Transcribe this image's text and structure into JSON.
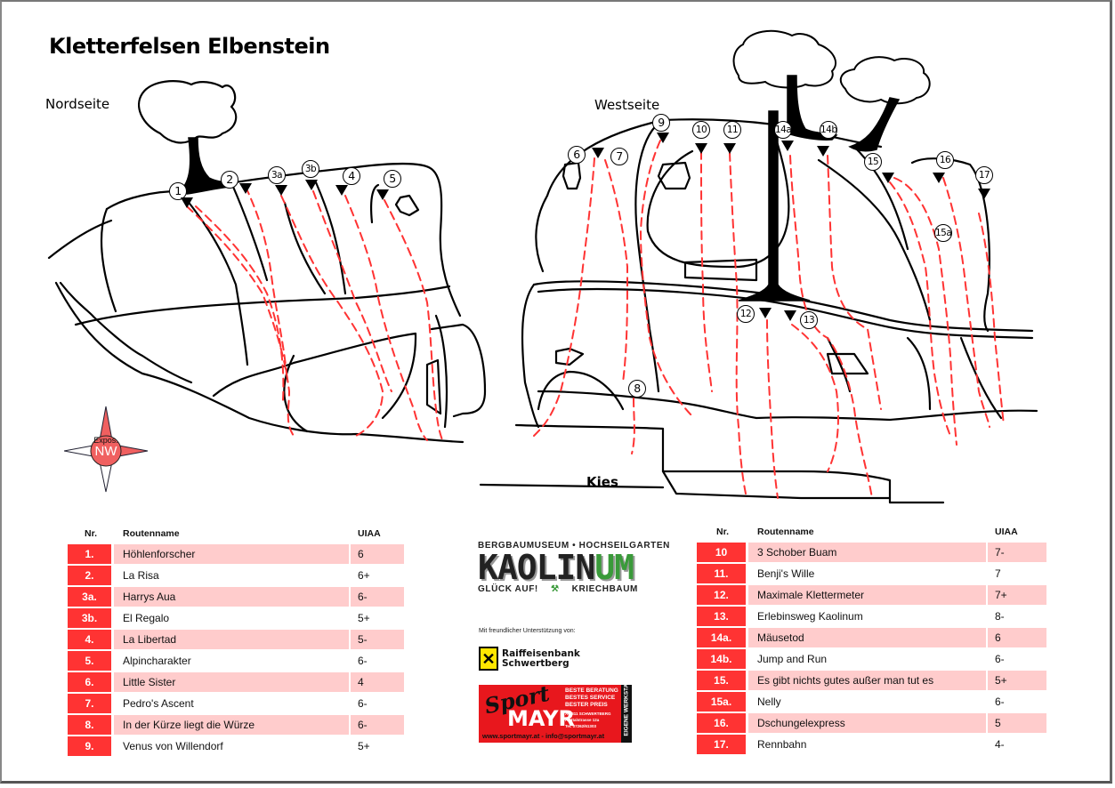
{
  "title": "Kletterfelsen Elbenstein",
  "sides": {
    "north": "Nordseite",
    "west": "Westseite",
    "ground": "Kies"
  },
  "compass": {
    "label_top": "Expos.",
    "label_main": "NW",
    "color": "#f06060"
  },
  "route_markers": [
    "1",
    "2",
    "3a",
    "3b",
    "4",
    "5",
    "6",
    "7",
    "8",
    "9",
    "10",
    "11",
    "12",
    "13",
    "14a",
    "14b",
    "15",
    "15a",
    "16",
    "17"
  ],
  "colors": {
    "accent_red": "#ff3333",
    "row_pink": "#ffcccc",
    "route_dash": "#ff3333",
    "kaolinum_green": "#3a9a3a"
  },
  "table_left": {
    "headers": {
      "nr": "Nr.",
      "name": "Routenname",
      "grade": "UIAA"
    },
    "rows": [
      {
        "nr": "1.",
        "name": "Höhlenforscher",
        "grade": "6"
      },
      {
        "nr": "2.",
        "name": "La Risa",
        "grade": "6+"
      },
      {
        "nr": "3a.",
        "name": "Harrys Aua",
        "grade": "6-"
      },
      {
        "nr": "3b.",
        "name": "El Regalo",
        "grade": "5+"
      },
      {
        "nr": "4.",
        "name": "La Libertad",
        "grade": "5-"
      },
      {
        "nr": "5.",
        "name": "Alpincharakter",
        "grade": "6-"
      },
      {
        "nr": "6.",
        "name": "Little Sister",
        "grade": "4"
      },
      {
        "nr": "7.",
        "name": "Pedro's Ascent",
        "grade": "6-"
      },
      {
        "nr": "8.",
        "name": "In der Kürze liegt die Würze",
        "grade": "6-"
      },
      {
        "nr": "9.",
        "name": "Venus von Willendorf",
        "grade": "5+"
      }
    ]
  },
  "table_right": {
    "headers": {
      "nr": "Nr.",
      "name": "Routenname",
      "grade": "UIAA"
    },
    "rows": [
      {
        "nr": "10",
        "name": "3 Schober Buam",
        "grade": "7-"
      },
      {
        "nr": "11.",
        "name": "Benji's Wille",
        "grade": "7"
      },
      {
        "nr": "12.",
        "name": "Maximale Klettermeter",
        "grade": "7+"
      },
      {
        "nr": "13.",
        "name": "Erlebinsweg Kaolinum",
        "grade": "8-"
      },
      {
        "nr": "14a.",
        "name": "Mäusetod",
        "grade": "6"
      },
      {
        "nr": "14b.",
        "name": "Jump and Run",
        "grade": "6-"
      },
      {
        "nr": "15.",
        "name": "Es gibt nichts gutes außer man tut es",
        "grade": "5+"
      },
      {
        "nr": "15a.",
        "name": "Nelly",
        "grade": "6-"
      },
      {
        "nr": "16.",
        "name": "Dschungelexpress",
        "grade": "5"
      },
      {
        "nr": "17.",
        "name": "Rennbahn",
        "grade": "4-"
      }
    ]
  },
  "sponsors": {
    "kaolinum": {
      "top": "BERGBAUMUSEUM • HOCHSEILGARTEN",
      "name_main": "KAOLIN",
      "name_accent": "UM",
      "bottom_left": "GLÜCK AUF!",
      "bottom_icon": "⚒",
      "bottom_right": "KRIECHBAUM"
    },
    "support_text": "Mit freundlicher Unterstützung von:",
    "raiffeisen": {
      "logo": "✕",
      "line1": "Raiffeisenbank",
      "line2": "Schwertberg"
    },
    "sportmayr": {
      "script": "Sport",
      "name": "MAYR",
      "claims": [
        "BESTE BERATUNG",
        "BESTES SERVICE",
        "BESTER PREIS"
      ],
      "address": [
        "A-4311 SCHWERTBERG",
        "Aisttalstrasse 12a",
        "Tel. 07262/61303"
      ],
      "web": "www.sportmayr.at - info@sportmayr.at",
      "strip": "EIGENE WERKSTATT"
    }
  }
}
